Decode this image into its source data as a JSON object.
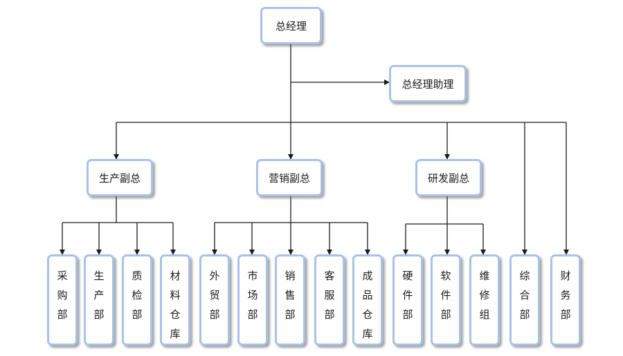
{
  "top": {
    "label": "总经理"
  },
  "assistant": {
    "label": "总经理助理"
  },
  "vps": [
    {
      "label": "生产副总"
    },
    {
      "label": "营销副总"
    },
    {
      "label": "研发副总"
    }
  ],
  "departments": [
    {
      "label": "采购部"
    },
    {
      "label": "生产部"
    },
    {
      "label": "质检部"
    },
    {
      "label": "材料仓库"
    },
    {
      "label": "外贸部"
    },
    {
      "label": "市场部"
    },
    {
      "label": "销售部"
    },
    {
      "label": "客服部"
    },
    {
      "label": "成品仓库"
    },
    {
      "label": "硬件部"
    },
    {
      "label": "软件部"
    },
    {
      "label": "维修组"
    },
    {
      "label": "综合部"
    },
    {
      "label": "财务部"
    }
  ],
  "colors": {
    "box_border": "#a9c1e8",
    "line": "#1a1a1a"
  }
}
